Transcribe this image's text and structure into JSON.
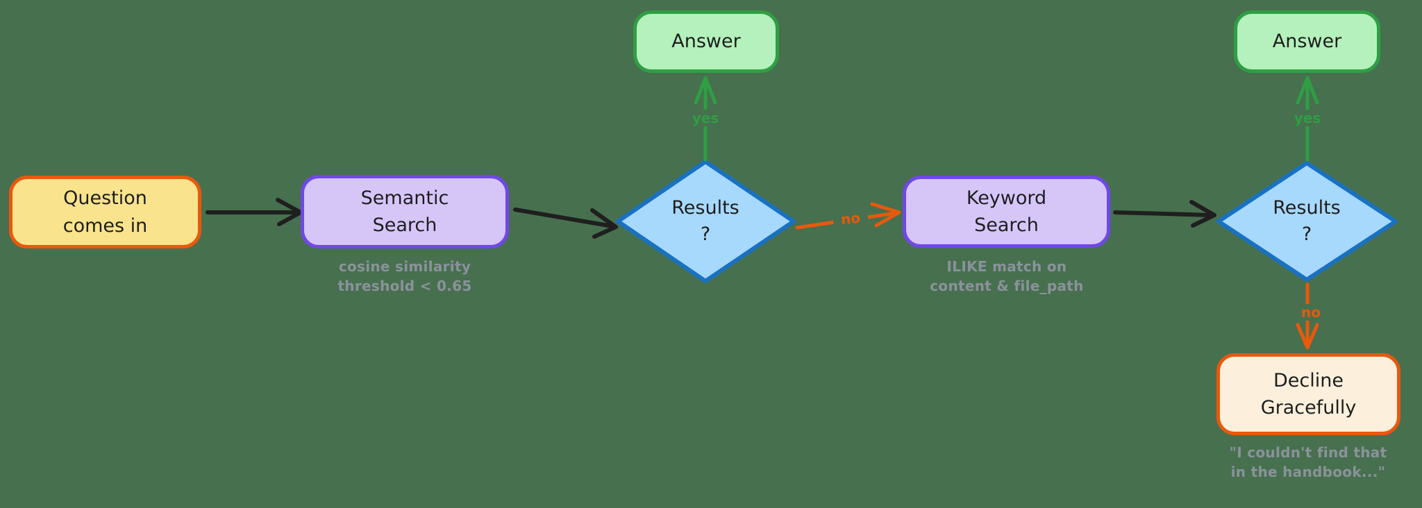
{
  "diagram": {
    "background_color": "#47704F",
    "palette": {
      "question_fill": "#F9E38C",
      "question_border": "#E8590C",
      "search_fill": "#D6C6F8",
      "search_border": "#7048E8",
      "decision_fill": "#A7D9FD",
      "decision_border": "#1971C2",
      "answer_fill": "#B4F1BC",
      "answer_border": "#2F9E44",
      "decline_fill": "#FCF0DC",
      "decline_border": "#E8590C",
      "caption_text": "#8B929B",
      "arrow_black": "#1F1F1F",
      "arrow_green": "#2F9E44",
      "arrow_orange": "#E8590C"
    },
    "nodes": {
      "question": {
        "label": "Question\ncomes in"
      },
      "semantic": {
        "label": "Semantic\nSearch",
        "caption": "cosine similarity\nthreshold < 0.65"
      },
      "decision1": {
        "label": "Results\n?"
      },
      "answer1": {
        "label": "Answer"
      },
      "keyword": {
        "label": "Keyword\nSearch",
        "caption": "ILIKE match on\ncontent & file_path"
      },
      "decision2": {
        "label": "Results\n?"
      },
      "answer2": {
        "label": "Answer"
      },
      "decline": {
        "label": "Decline\nGracefully",
        "caption": "\"I couldn't find that\nin the handbook...\""
      }
    },
    "edges": {
      "yes1": "yes",
      "no1": "no",
      "yes2": "yes",
      "no2": "no"
    }
  }
}
